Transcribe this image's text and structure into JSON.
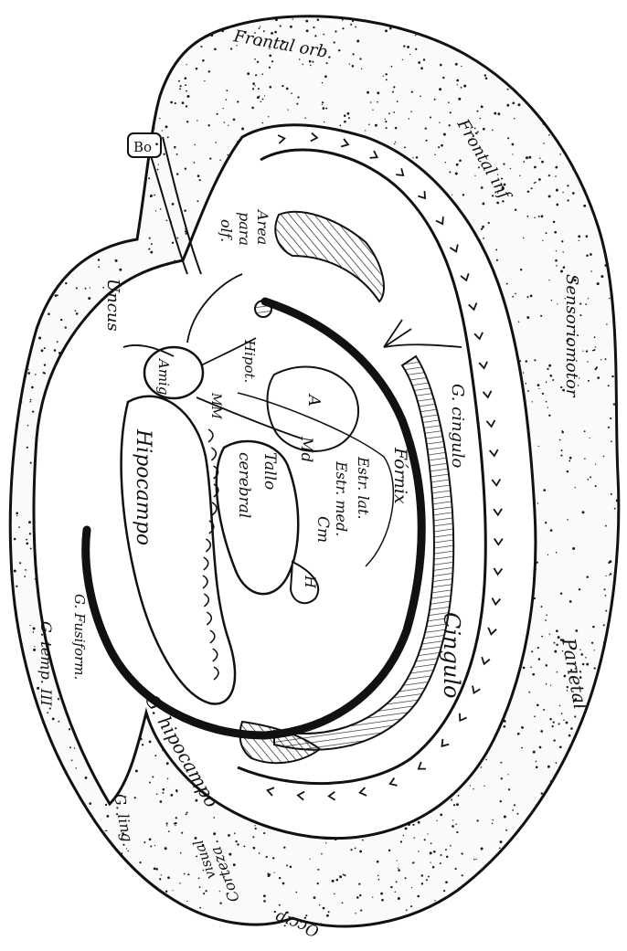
{
  "colors": {
    "ink": "#111111",
    "paper": "#ffffff",
    "stipple": "#1a1a1a",
    "hatch": "#222222"
  },
  "labels": {
    "frontal_orb": "Frontal orb.",
    "frontal_inf": "Frontal inf.",
    "sensoriomotor": "Sensoriomotor",
    "parietal": "Parietal",
    "occip": "Occip.",
    "corteza": "Corteza",
    "visual": "visual",
    "bo": "Bo",
    "area_paraolf_1": "Area",
    "area_paraolf_2": "para",
    "area_paraolf_3": "olf.",
    "uncus": "Uncus",
    "hipot": "Hipot.",
    "mm": "MM",
    "amig": "Amig",
    "hipocampo": "Hipocampo",
    "tallo_1": "Tallo",
    "tallo_2": "cerebral",
    "md": "Md",
    "cm": "Cm",
    "a": "A",
    "h": "H",
    "estr_lat": "Estr. lat.",
    "estr_med": "Estr. med.",
    "fornix": "Fórnix",
    "g_cingulo": "G. cingulo",
    "cingulo": "Cingulo",
    "g_hipocampo": "G. hipocampo",
    "g_fusiform": "G. Fusiform.",
    "g_temp": "G. temp. III",
    "g_ling": "G. ling."
  }
}
